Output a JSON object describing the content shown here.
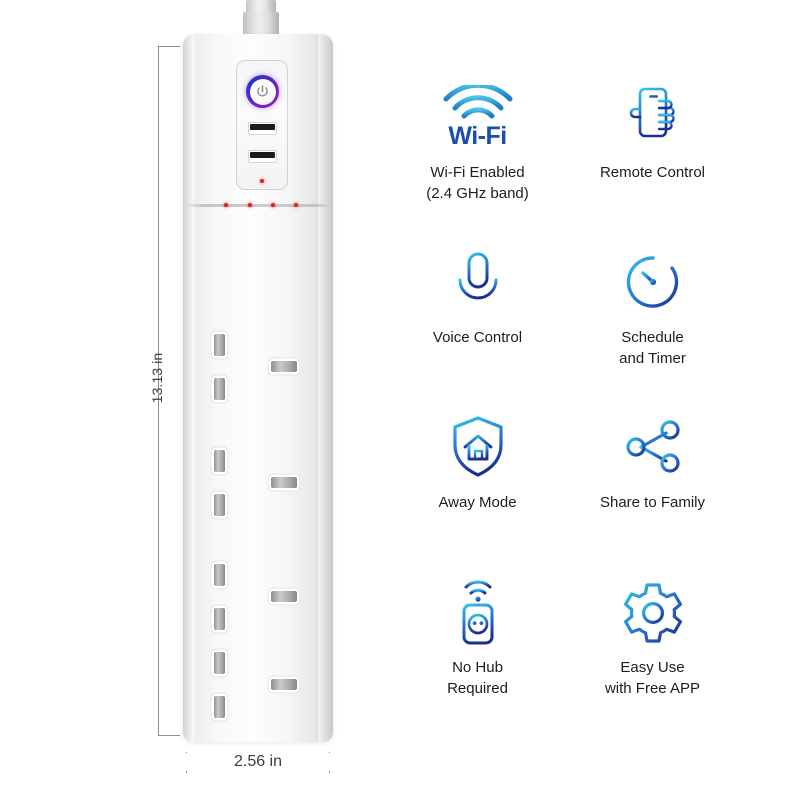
{
  "product": {
    "name": "smart-wifi-power-strip",
    "dimensions": {
      "height_label": "13.13 in",
      "width_label": "2.56 in"
    },
    "controls": {
      "power_button": "power-button",
      "usb_ports": 2,
      "indicator_leds": 4,
      "sockets": 4,
      "socket_type": "UK BS1363"
    },
    "colors": {
      "body": "#f7f8f9",
      "led": "#e0211f",
      "power_ring_start": "#6d21c6",
      "power_ring_end": "#2a36c9",
      "dimension_line": "#8a8c8e"
    }
  },
  "features": [
    {
      "id": "wifi-enabled",
      "icon": "wifi-icon",
      "wordmark": "Wi-Fi",
      "label": "Wi-Fi Enabled\n(2.4 GHz band)"
    },
    {
      "id": "remote-control",
      "icon": "hand-holding-phone-icon",
      "label": "Remote Control"
    },
    {
      "id": "voice-control",
      "icon": "microphone-icon",
      "label": "Voice Control"
    },
    {
      "id": "schedule-and-timer",
      "icon": "stopwatch-icon",
      "label": "Schedule\nand Timer"
    },
    {
      "id": "away-mode",
      "icon": "shield-house-icon",
      "label": "Away Mode"
    },
    {
      "id": "share-to-family",
      "icon": "share-nodes-icon",
      "label": "Share to Family"
    },
    {
      "id": "no-hub-required",
      "icon": "smart-socket-wifi-icon",
      "label": "No Hub\nRequired"
    },
    {
      "id": "easy-use-free-app",
      "icon": "gear-icon",
      "label": "Easy Use\nwith Free APP"
    }
  ],
  "icon_colors": {
    "gradient_top": "#2fc4e8",
    "gradient_mid": "#2a7fd4",
    "gradient_bottom": "#1b2f8f",
    "wifi_arc": "#35a8dc",
    "wifi_text": "#1b4fa8"
  }
}
